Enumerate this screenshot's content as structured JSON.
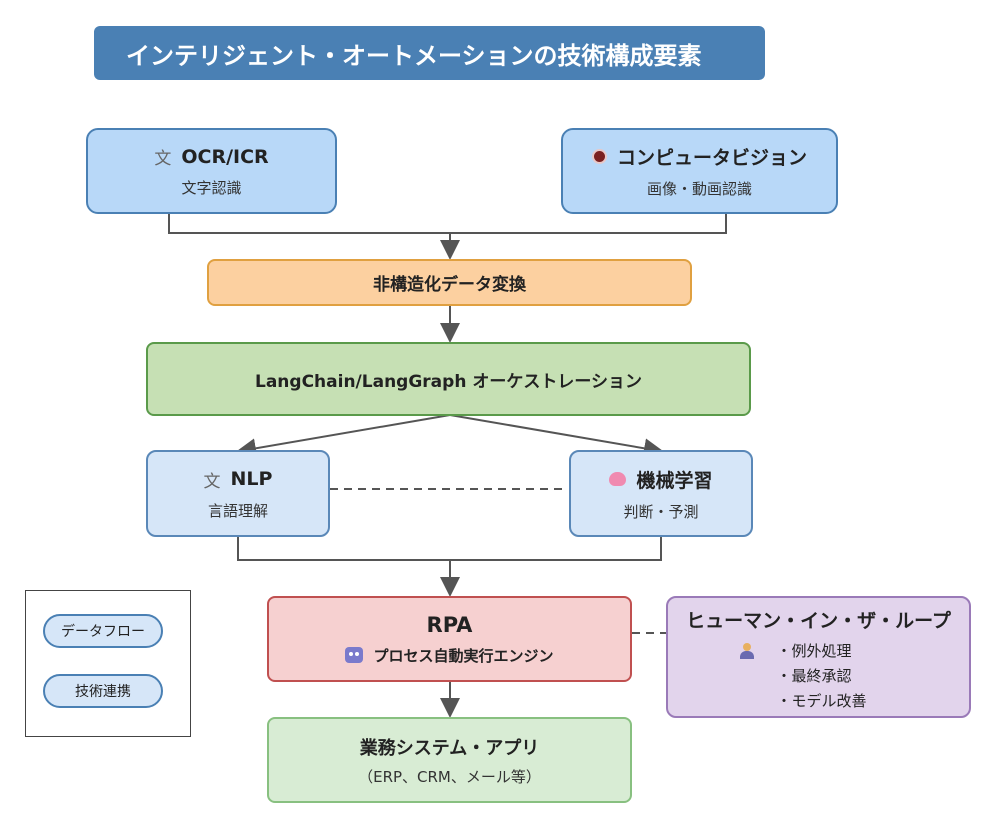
{
  "title": "インテリジェント・オートメーションの技術構成要素",
  "nodes": {
    "ocr": {
      "icon": "文",
      "label": "OCR/ICR",
      "sub": "文字認識"
    },
    "cv": {
      "icon": "eye-icon",
      "label": "コンピュータビジョン",
      "sub": "画像・動画認識"
    },
    "transform": {
      "label": "非構造化データ変換"
    },
    "orchestration": {
      "label": "LangChain/LangGraph オーケストレーション"
    },
    "nlp": {
      "icon": "文",
      "label": "NLP",
      "sub": "言語理解"
    },
    "ml": {
      "icon": "brain-icon",
      "label": "機械学習",
      "sub": "判断・予測"
    },
    "rpa": {
      "label": "RPA",
      "icon": "robot-icon",
      "sub": "プロセス自動実行エンジン"
    },
    "hitl": {
      "label": "ヒューマン・イン・ザ・ループ",
      "icon": "person-icon",
      "items": [
        "・例外処理",
        "・最終承認",
        "・モデル改善"
      ]
    },
    "business": {
      "label": "業務システム・アプリ",
      "sub": "（ERP、CRM、メール等）"
    }
  },
  "legend": {
    "data_flow": "データフロー",
    "tech_link": "技術連携"
  },
  "colors": {
    "title_bg": "#4a80b4",
    "input": "#b8d8f8",
    "transform": "#fcd0a0",
    "orchestration": "#c6e0b4",
    "ai": "#d6e6f8",
    "rpa": "#f6d0d0",
    "human": "#e2d4ec",
    "business": "#d8ecd4"
  }
}
